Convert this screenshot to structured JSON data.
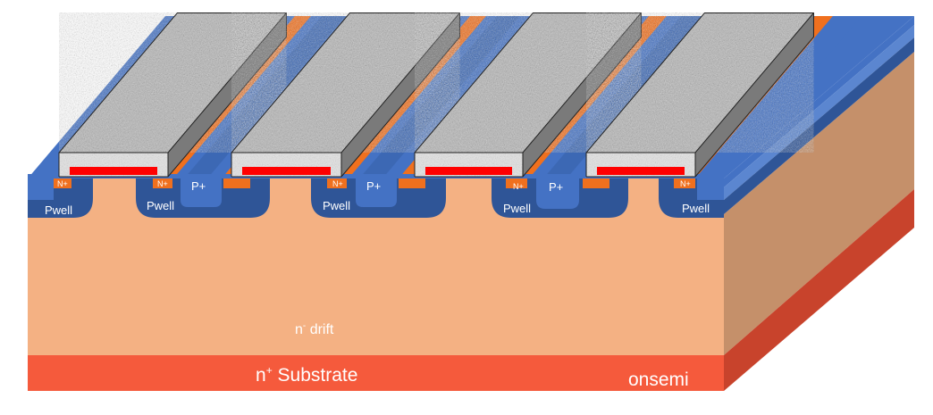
{
  "labels": {
    "nplus": "N+",
    "pplus": "P+",
    "pwell": "Pwell",
    "drift_base": "n",
    "drift_sup": "-",
    "drift_rest": " drift",
    "substrate_sup": "+",
    "substrate_base": "n",
    "substrate_rest": " Substrate",
    "brand": "onsemi"
  },
  "colors": {
    "drift": "#f4b183",
    "drift_side": "#c5906a",
    "substrate": "#f55a3c",
    "substrate_side": "#c8432c",
    "blue_light": "#4472c4",
    "blue_mid": "#5b86d0",
    "blue_dark": "#2f5597",
    "blue_deep": "#1f3d7a",
    "orange": "#f0701e",
    "gate_red": "#ff0000",
    "gate_face": "#e0e0e0",
    "gate_side": "#7a7a7a",
    "gate_top": "#b4b4b4"
  }
}
